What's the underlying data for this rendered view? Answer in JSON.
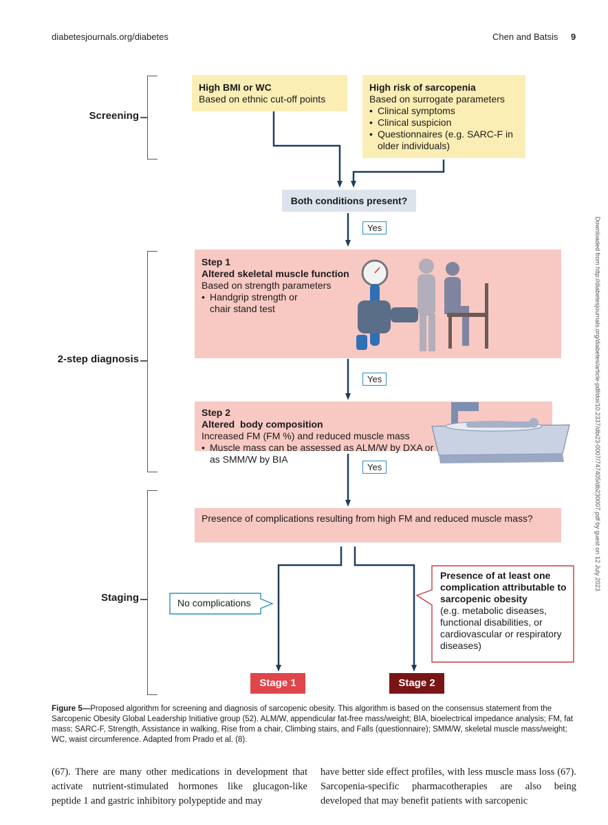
{
  "header": {
    "left": "diabetesjournals.org/diabetes",
    "authors": "Chen and Batsis",
    "page_number": "9"
  },
  "side_margin_text": "Downloaded from http://diabetesjournals.org/diabetes/article-pdf/doi/10.2337/dbi23-0007/747405/db230007.pdf by guest on 12 July 2023",
  "stages": {
    "screening": "Screening",
    "diagnosis": "2-step diagnosis",
    "staging": "Staging"
  },
  "screening": {
    "box1": {
      "title": "High BMI or WC",
      "subtitle": "Based on ethnic cut-off points"
    },
    "box2": {
      "title": "High risk of sarcopenia",
      "subtitle": "Based on surrogate parameters",
      "items": [
        "Clinical symptoms",
        "Clinical suspicion",
        "Questionnaires (e.g. SARC-F in older individuals)"
      ]
    },
    "question": "Both conditions present?"
  },
  "yes_label": "Yes",
  "step1": {
    "heading": "Step 1",
    "title": "Altered skeletal muscle function",
    "subtitle": "Based on strength parameters",
    "items": [
      "Handgrip strength or chair stand test"
    ]
  },
  "step2": {
    "heading": "Step 2",
    "title": "Altered  body composition",
    "subtitle": "Increased FM (FM %) and reduced muscle mass",
    "items": [
      "Muscle mass can be assessed as ALM/W by DXA or as SMM/W by BIA"
    ]
  },
  "complications_question": "Presence of complications resulting from high FM and reduced muscle mass?",
  "no_complications": "No complications",
  "complication_box": {
    "title": "Presence of at least one complication attributable to sarcopenic obesity",
    "detail": "(e.g. metabolic diseases, functional disabilities, or cardiovascular or respiratory diseases)"
  },
  "stage1": "Stage 1",
  "stage2": "Stage 2",
  "colors": {
    "yellow_box": "#fbeeb5",
    "pink_box": "#f8c8c3",
    "grey_box": "#dde3ec",
    "arrow": "#1f3d5c",
    "callout_blue": "#2b8fc2",
    "callout_red": "#c23b3b",
    "stage1": "#e0454a",
    "stage2": "#7a1515"
  },
  "caption": {
    "label": "Figure 5—",
    "text": "Proposed algorithm for screening and diagnosis of sarcopenic obesity. This algorithm is based on the consensus statement from the Sarcopenic Obesity Global Leadership Initiative group (52). ALM/W, appendicular fat-free mass/weight; BIA, bioelectrical impedance analysis; FM, fat mass; SARC-F, Strength, Assistance in walking, Rise from a chair, Climbing stairs, and Falls (questionnaire); SMM/W, skeletal muscle mass/weight; WC, waist circumference. Adapted from Prado et al. (8)."
  },
  "body_text": {
    "left": "(67). There are many other medications in development that activate nutrient-stimulated hormones like glucagon-like peptide 1 and gastric inhibitory polypeptide and may",
    "right": "have better side effect profiles, with less muscle mass loss (67). Sarcopenia-specific pharmacotherapies are also being developed that may benefit patients with sarcopenic"
  }
}
